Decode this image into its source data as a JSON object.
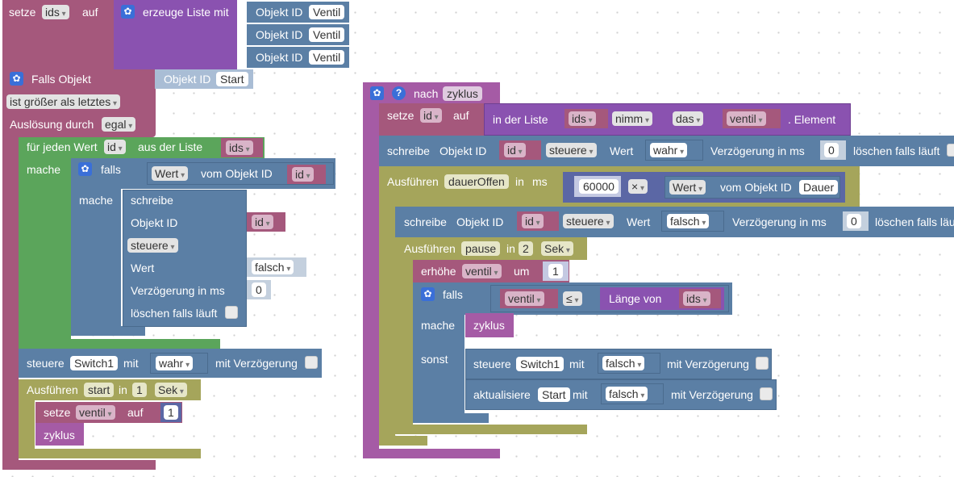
{
  "left": {
    "setze_ids": {
      "setze": "setze",
      "var": "ids",
      "auf": "auf",
      "erzeuge": "erzeuge Liste mit",
      "items": [
        {
          "label": "Objekt ID",
          "value": "Ventil"
        },
        {
          "label": "Objekt ID",
          "value": "Ventil"
        },
        {
          "label": "Objekt ID",
          "value": "Ventil"
        }
      ]
    },
    "falls_objekt": {
      "title": "Falls Objekt",
      "obj_label": "Objekt ID",
      "obj_value": "Start",
      "cond": "ist größer als letztes",
      "ausl": "Auslösung durch",
      "ausl_val": "egal"
    },
    "foreach": {
      "label": "für jeden Wert",
      "var": "id",
      "aus": "aus der Liste",
      "list": "ids",
      "mache": "mache"
    },
    "falls": {
      "label": "falls",
      "wert": "Wert",
      "vom": "vom Objekt ID",
      "id": "id",
      "mache": "mache"
    },
    "schreibe": {
      "schreibe": "schreibe",
      "obj": "Objekt ID",
      "id": "id",
      "steuere": "steuere",
      "wert": "Wert",
      "wert_val": "falsch",
      "verz": "Verzögerung in ms",
      "verz_val": "0",
      "loeschen": "löschen falls läuft"
    },
    "steuere": {
      "label": "steuere",
      "target": "Switch1",
      "mit": "mit",
      "val": "wahr",
      "verz": "mit Verzögerung"
    },
    "ausfuehren": {
      "label": "Ausführen",
      "name": "start",
      "in": "in",
      "num": "1",
      "unit": "Sek"
    },
    "setze_ventil": {
      "setze": "setze",
      "var": "ventil",
      "auf": "auf",
      "num": "1"
    },
    "zyklus": "zyklus"
  },
  "right": {
    "nach": {
      "label": "nach",
      "name": "zyklus"
    },
    "setze_id": {
      "setze": "setze",
      "var": "id",
      "auf": "auf",
      "inlist": "in der Liste",
      "list": "ids",
      "nimm": "nimm",
      "das": "das",
      "ventil": "ventil",
      "element": ". Element"
    },
    "schreibe1": {
      "label": "schreibe",
      "obj": "Objekt ID",
      "id": "id",
      "steuere": "steuere",
      "wert": "Wert",
      "val": "wahr",
      "verz": "Verzögerung in ms",
      "verz_val": "0",
      "loeschen": "löschen falls läuft"
    },
    "ausf_dauer": {
      "label": "Ausführen",
      "name": "dauerOffen",
      "in": "in",
      "ms": "ms",
      "num": "60000",
      "op": "×",
      "wert": "Wert",
      "vom": "vom Objekt ID",
      "obj": "Dauer"
    },
    "schreibe2": {
      "label": "schreibe",
      "obj": "Objekt ID",
      "id": "id",
      "steuere": "steuere",
      "wert": "Wert",
      "val": "falsch",
      "verz": "Verzögerung in ms",
      "verz_val": "0",
      "loeschen": "löschen falls läu"
    },
    "ausf_pause": {
      "label": "Ausführen",
      "name": "pause",
      "in": "in",
      "num": "2",
      "unit": "Sek"
    },
    "erhoehe": {
      "label": "erhöhe",
      "var": "ventil",
      "um": "um",
      "num": "1"
    },
    "falls2": {
      "label": "falls",
      "ventil": "ventil",
      "op": "≤",
      "laenge": "Länge von",
      "list": "ids",
      "mache": "mache",
      "zyklus": "zyklus",
      "sonst": "sonst"
    },
    "steuere2": {
      "label": "steuere",
      "target": "Switch1",
      "mit": "mit",
      "val": "falsch",
      "verz": "mit Verzögerung"
    },
    "aktual": {
      "label": "aktualisiere",
      "target": "Start",
      "mit": "mit",
      "val": "falsch",
      "verz": "mit Verzögerung"
    }
  }
}
